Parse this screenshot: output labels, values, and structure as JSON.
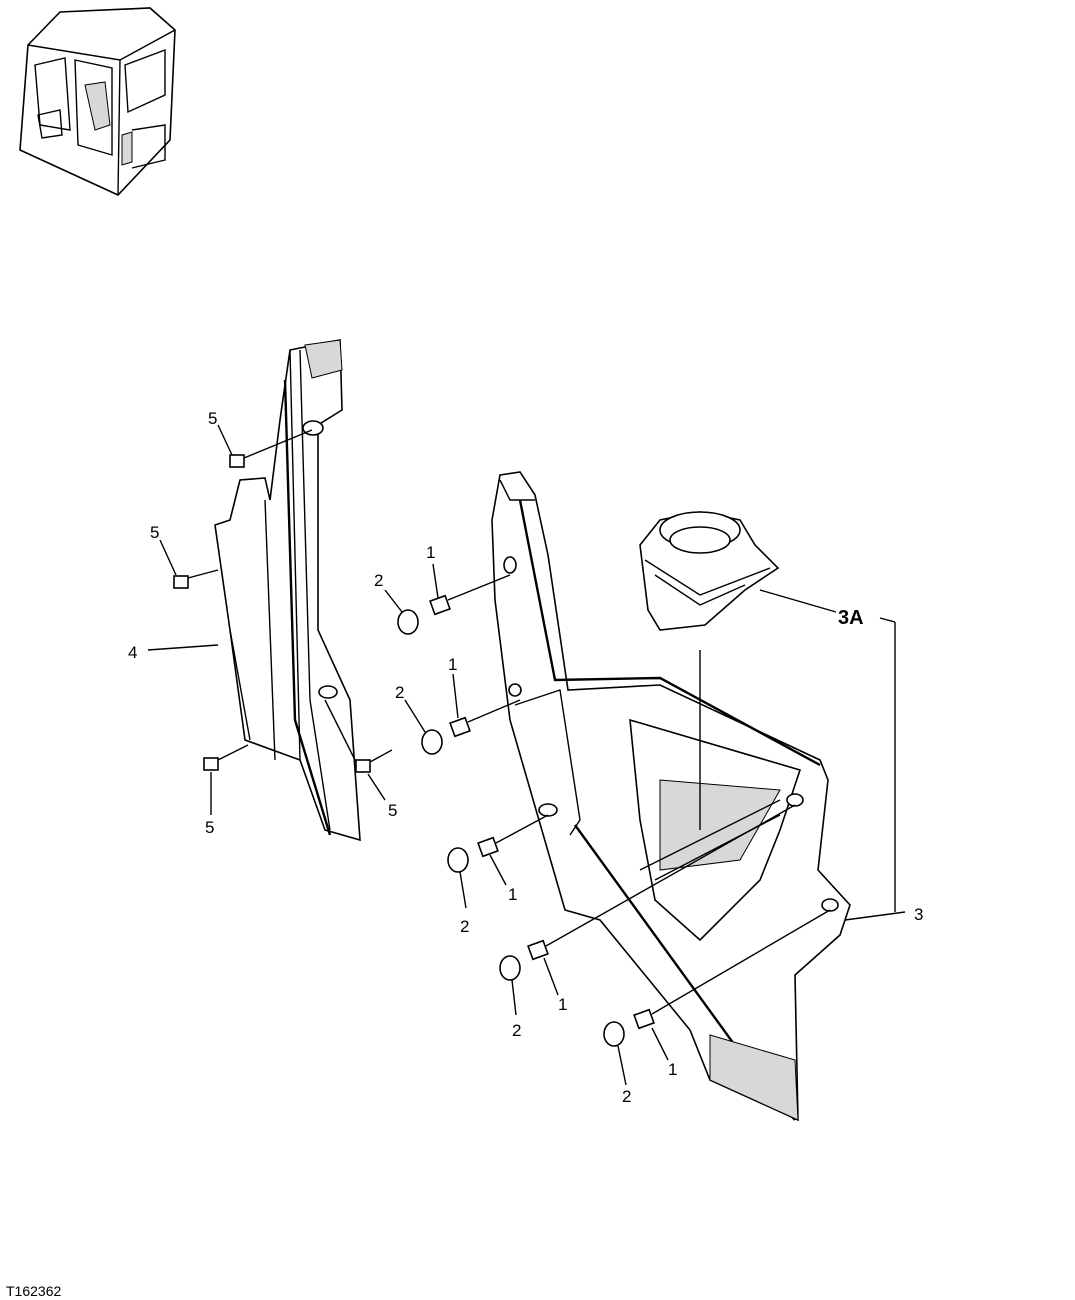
{
  "figure_ref": "T162362",
  "callouts": {
    "c1a": "1",
    "c1b": "1",
    "c1c": "1",
    "c1d": "1",
    "c1e": "1",
    "c2a": "2",
    "c2b": "2",
    "c2c": "2",
    "c2d": "2",
    "c2e": "2",
    "c3": "3",
    "c3A": "3A",
    "c4": "4",
    "c5a": "5",
    "c5b": "5",
    "c5c": "5",
    "c5d": "5"
  }
}
